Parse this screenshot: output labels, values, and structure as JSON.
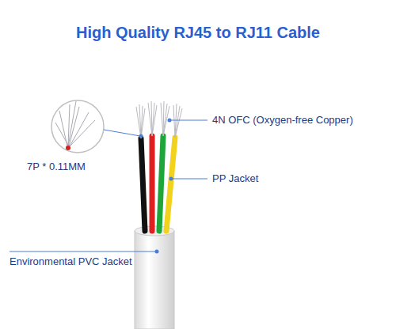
{
  "diagram": {
    "title": "High Quality RJ45 to RJ11 Cable",
    "labels": [
      "7P * 0.11MM",
      "4N OFC (Oxygen-free Copper)",
      "PP Jacket",
      "Environmental PVC Jacket"
    ]
  }
}
